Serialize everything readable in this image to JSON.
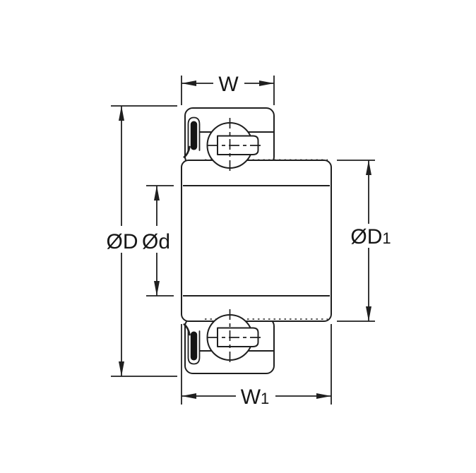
{
  "diagram": {
    "labels": {
      "w": {
        "main": "W",
        "sub": ""
      },
      "w1": {
        "main": "W",
        "sub": "1"
      },
      "od": {
        "main": "ØD",
        "sub": ""
      },
      "obore": {
        "main": "Ød",
        "sub": ""
      },
      "od1": {
        "main": "ØD",
        "sub": "1"
      }
    },
    "colors": {
      "line": "#1f1f1f",
      "background": "#ffffff",
      "seal_fill": "#151515"
    }
  }
}
